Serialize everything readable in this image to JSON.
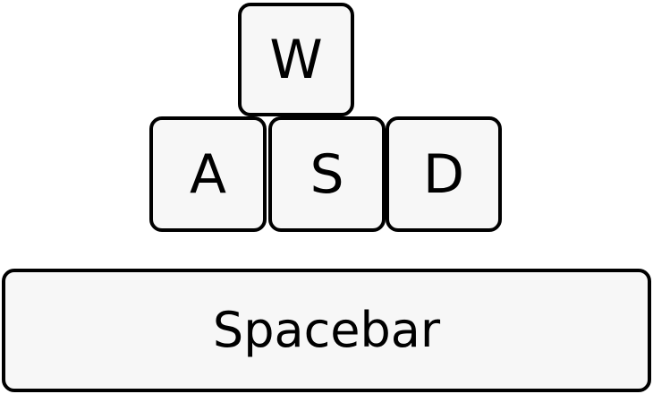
{
  "keys": {
    "w": "W",
    "a": "A",
    "s": "S",
    "d": "D",
    "space": "Spacebar"
  },
  "colors": {
    "key_fill": "#f7f7f7",
    "key_border": "#000000",
    "text": "#000000",
    "background": "#ffffff"
  }
}
